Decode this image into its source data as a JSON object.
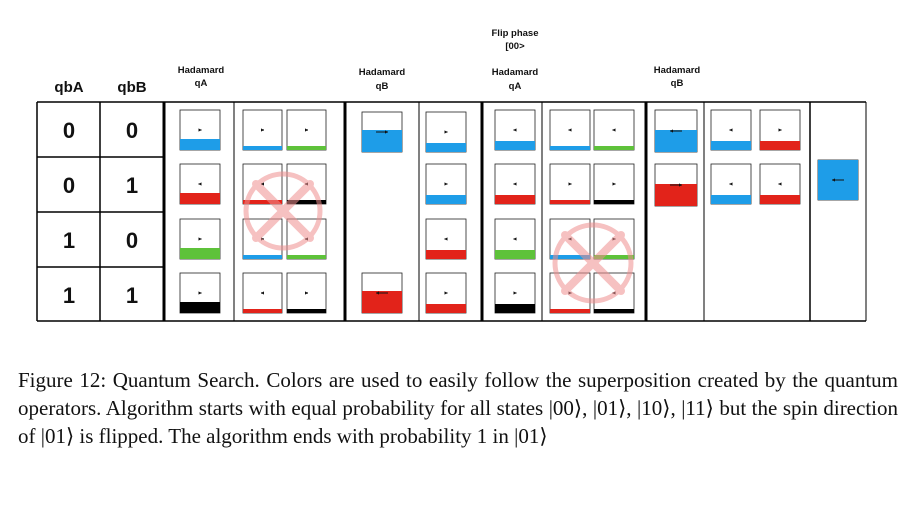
{
  "headers": {
    "qbA": "qbA",
    "qbB": "qbB",
    "hadamard_qa_1": {
      "line1": "Hadamard",
      "line2": "qA"
    },
    "hadamard_qb_1": {
      "line1": "Hadamard",
      "line2": "qB"
    },
    "flip_phase": {
      "line1": "Flip phase",
      "line2": "[00>"
    },
    "hadamard_qa_2": {
      "line1": "Hadamard",
      "line2": "qA"
    },
    "hadamard_qb_2": {
      "line1": "Hadamard",
      "line2": "qB"
    }
  },
  "basis_states": [
    {
      "a": "0",
      "b": "0"
    },
    {
      "a": "0",
      "b": "1"
    },
    {
      "a": "1",
      "b": "0"
    },
    {
      "a": "1",
      "b": "1"
    }
  ],
  "colors": {
    "blue": "#1e9de8",
    "red": "#e2231a",
    "green": "#5ec23a",
    "black": "#000000",
    "cross": "#f4a3a3"
  },
  "caption": "Figure 12: Quantum Search. Colors are used to easily follow the superposition created by the quantum operators. Algorithm starts with equal probability for all states |00⟩, |01⟩, |10⟩, |11⟩ but the spin direction of |01⟩ is flipped. The algorithm ends with probability 1 in |01⟩"
}
